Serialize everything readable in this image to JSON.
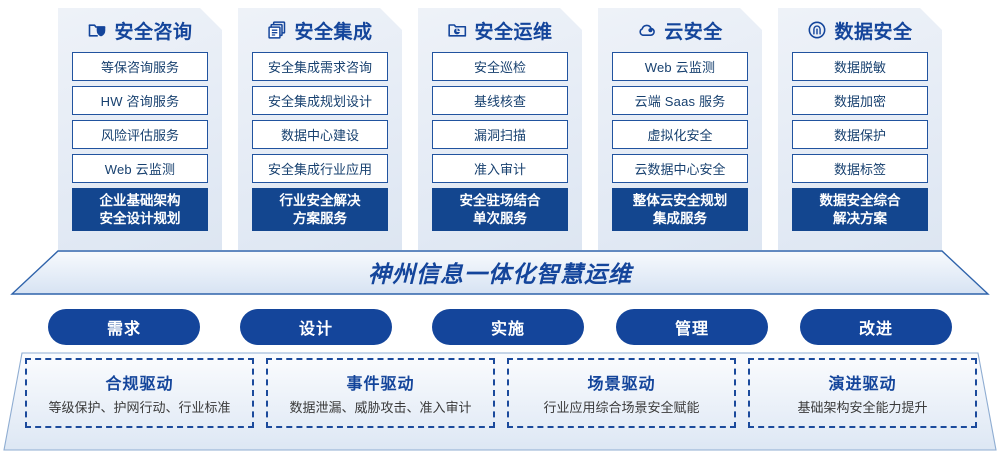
{
  "columns": [
    {
      "icon": "folder-shield-icon",
      "title": "安全咨询",
      "items": [
        "等保咨询服务",
        "HW 咨询服务",
        "风险评估服务",
        "Web 云监测"
      ],
      "footer": [
        "企业基础架构",
        "安全设计规划"
      ]
    },
    {
      "icon": "stacked-documents-icon",
      "title": "安全集成",
      "items": [
        "安全集成需求咨询",
        "安全集成规划设计",
        "数据中心建设",
        "安全集成行业应用"
      ],
      "footer": [
        "行业安全解决",
        "方案服务"
      ]
    },
    {
      "icon": "folder-chart-icon",
      "title": "安全运维",
      "items": [
        "安全巡检",
        "基线核查",
        "漏洞扫描",
        "准入审计"
      ],
      "footer": [
        "安全驻场结合",
        "单次服务"
      ]
    },
    {
      "icon": "cloud-icon",
      "title": "云安全",
      "items": [
        "Web 云监测",
        "云端 Saas 服务",
        "虚拟化安全",
        "云数据中心安全"
      ],
      "footer": [
        "整体云安全规划",
        "集成服务"
      ]
    },
    {
      "icon": "fingerprint-icon",
      "title": "数据安全",
      "items": [
        "数据脱敏",
        "数据加密",
        "数据保护",
        "数据标签"
      ],
      "footer": [
        "数据安全综合",
        "解决方案"
      ]
    }
  ],
  "banner": {
    "title": "神州信息一体化智慧运维"
  },
  "pills": [
    {
      "label": "需求"
    },
    {
      "label": "设计"
    },
    {
      "label": "实施"
    },
    {
      "label": "管理"
    },
    {
      "label": "改进"
    }
  ],
  "drivers": [
    {
      "title": "合规驱动",
      "subtitle": "等级保护、护网行动、行业标准"
    },
    {
      "title": "事件驱动",
      "subtitle": "数据泄漏、威胁攻击、准入审计"
    },
    {
      "title": "场景驱动",
      "subtitle": "行业应用综合场景安全赋能"
    },
    {
      "title": "演进驱动",
      "subtitle": "基础架构安全能力提升"
    }
  ],
  "colors": {
    "brand_blue": "#14459b",
    "deep_blue": "#13468f",
    "outline_blue": "#21539f",
    "text_blue": "#17406f",
    "panel_light": "#eef2f8"
  }
}
